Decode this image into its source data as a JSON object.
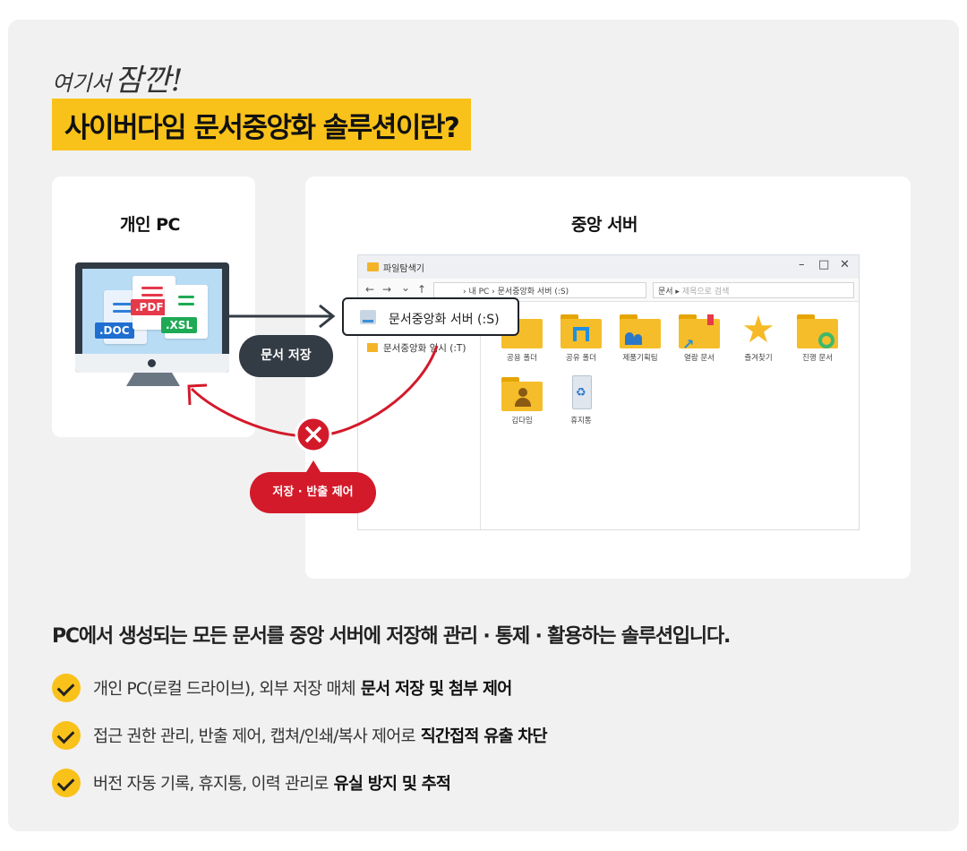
{
  "header": {
    "handwritten_small": "여기서",
    "handwritten_big": "잠깐!",
    "headline": "사이버다임 문서중앙화 솔루션이란?"
  },
  "panel_pc": {
    "title": "개인 PC",
    "doc_tags": [
      ".DOC",
      ".PDF",
      ".XSL"
    ]
  },
  "panel_server": {
    "title": "중앙 서버"
  },
  "explorer": {
    "window_title": "파일탐색기",
    "controls": [
      "–",
      "□",
      "✕"
    ],
    "nav_arrows": [
      "←",
      "→",
      "⌄",
      "↑"
    ],
    "address": "›  내 PC  ›  문서중앙화 서버 (:S)",
    "search_prefix": "문서 ▸",
    "search_placeholder": "제목으로 검색",
    "drive_highlight": "문서중앙화 서버 (:S)",
    "drive_temp": "문서중앙화 임시 (:T)",
    "files": [
      {
        "name": "공용 폴더",
        "icon": "folder-icon"
      },
      {
        "name": "공유 폴더",
        "icon": "shared-folder-icon"
      },
      {
        "name": "제품기획팀",
        "icon": "team-folder-icon"
      },
      {
        "name": "열람 문서",
        "icon": "view-folder-icon"
      },
      {
        "name": "즐겨찾기",
        "icon": "star-icon"
      },
      {
        "name": "진행 문서",
        "icon": "progress-folder-icon"
      },
      {
        "name": "김다임",
        "icon": "user-folder-icon"
      },
      {
        "name": "휴지통",
        "icon": "recycle-bin-icon"
      }
    ]
  },
  "badges": {
    "save": "문서 저장",
    "block": "저장 · 반출 제어"
  },
  "description": "PC에서 생성되는 모든 문서를 중앙 서버에 저장해 관리 · 통제 · 활용하는 솔루션입니다.",
  "features": [
    {
      "text": "개인 PC(로컬 드라이브), 외부 저장 매체",
      "bold": "문서 저장 및 첨부 제어"
    },
    {
      "text": "접근 권한 관리, 반출 제어, 캡쳐/인쇄/복사 제어로",
      "bold": "직간접적 유출 차단"
    },
    {
      "text": "버전 자동 기록, 휴지통, 이력 관리로",
      "bold": "유실 방지 및 추적"
    }
  ],
  "colors": {
    "accent_yellow": "#f9c21a",
    "block_red": "#d31a2a",
    "dark_badge": "#333b44"
  }
}
